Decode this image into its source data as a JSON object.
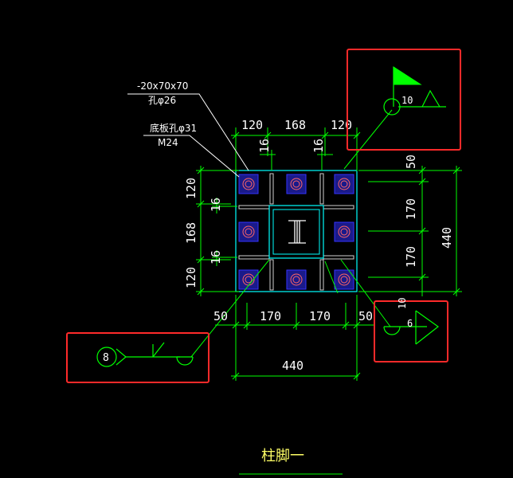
{
  "colors": {
    "background": "#000000",
    "dimension_line": "#00ff00",
    "base_plate": "#00ffff",
    "bolt_pad": "#3333ff",
    "bolt": "#ff6666",
    "text": "#ffffff",
    "title_text": "#ffff66",
    "callout_frame": "#ff2a2a",
    "flag_fill": "#00ff00"
  },
  "notes": {
    "stiffener_spec": "-20x70x70",
    "stiffener_hole": "孔φ26",
    "plate_hole": "底板孔φ31",
    "bolt_size": "M24"
  },
  "dims": {
    "top": [
      "120",
      "168",
      "120"
    ],
    "top_small": [
      "16",
      "16"
    ],
    "left": [
      "120",
      "168",
      "120"
    ],
    "left_small": [
      "16",
      "16"
    ],
    "right": [
      "50",
      "170",
      "170"
    ],
    "right_total": "440",
    "bottom": [
      "50",
      "170",
      "170",
      "50"
    ],
    "bottom_total": "440"
  },
  "weld_symbols": {
    "top_right_size": "10",
    "bottom_left_tag": "8",
    "bottom_right_small": "10",
    "bottom_right_size": "6"
  },
  "title": "柱脚一"
}
